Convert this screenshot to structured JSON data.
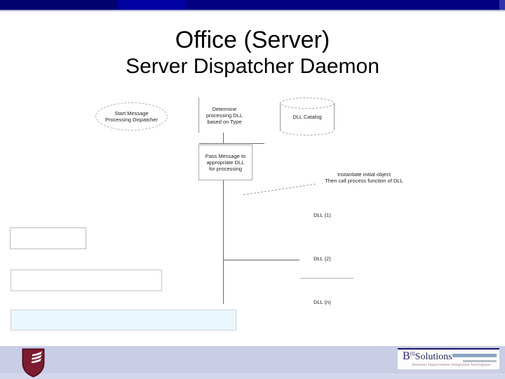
{
  "slide": {
    "title": "Office (Server)",
    "subtitle": "Server Dispatcher Daemon"
  },
  "diagram": {
    "start_node": {
      "lines": [
        "Start Message",
        "Processing Dispatcher"
      ]
    },
    "determine_box": {
      "lines": [
        "Determine",
        "processing DLL",
        "based on Type"
      ]
    },
    "dll_catalog": {
      "label": "DLL Catalog"
    },
    "pass_box": {
      "lines": [
        "Pass Message to",
        "appropriate DLL",
        "for processing"
      ]
    },
    "note": {
      "lines": [
        "Instantiate initial object",
        "Then call process function of DLL"
      ]
    },
    "dll_items": [
      {
        "label": "DLL (1)"
      },
      {
        "label": "DLL (2)"
      },
      {
        "label": "DLL (n)"
      }
    ]
  },
  "footer": {
    "logo": {
      "initial": "B",
      "superscript": "III",
      "name": "Solutions",
      "tagline": "Business Improvement  Integration  Intelligence"
    }
  },
  "colors": {
    "top_bar": "#020280",
    "top_bar_accent": "#0101a2",
    "footer_bar": "#c9cde6",
    "shield_red": "#7d1c30",
    "shield_border": "#55101f",
    "logo_navy": "#26265e",
    "logo_steel_bar": "#8aa6c2",
    "highlight_box_fill": "#e9f6fc",
    "diagram_line": "#6a6a6a"
  }
}
